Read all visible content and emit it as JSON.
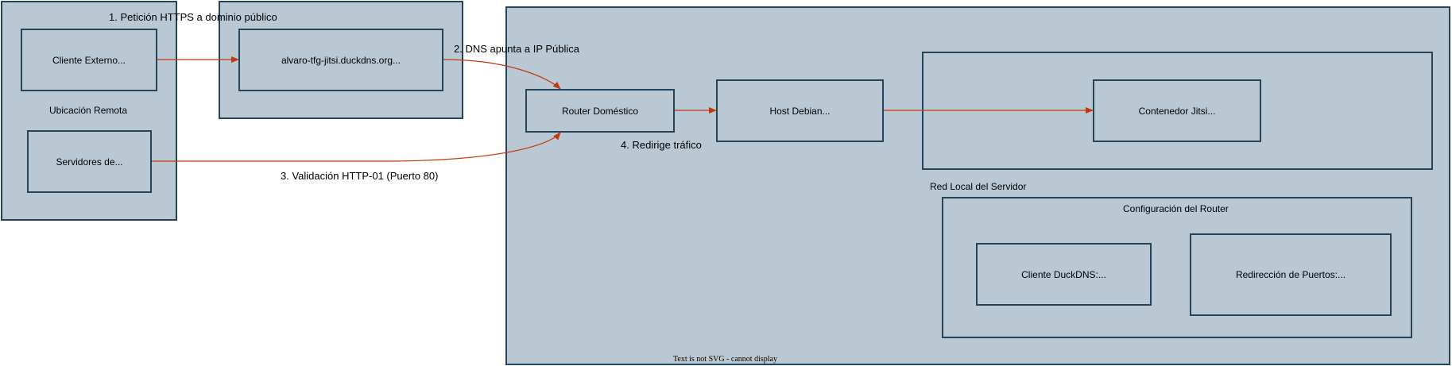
{
  "groups": {
    "remote_location": "Ubicación Remota",
    "local_network": "Red Local del Servidor",
    "router_config": "Configuración del Router"
  },
  "nodes": {
    "external_client": "Cliente Externo...",
    "domain": "alvaro-tfg-jitsi.duckdns.org...",
    "servers": "Servidores de...",
    "home_router": "Router Doméstico",
    "debian_host": "Host Debian...",
    "jitsi_container": "Contenedor Jitsi...",
    "duckdns_client": "Cliente DuckDNS:...",
    "port_forwarding": "Redirección de Puertos:..."
  },
  "edges": {
    "step1": "1. Petición HTTPS a dominio público",
    "step2": "2. DNS apunta a IP Pública",
    "step3": "3. Validación HTTP-01 (Puerto 80)",
    "step4": "4. Redirige tráfico"
  },
  "footer_note": "Text is not SVG - cannot display",
  "colors": {
    "fill": "#bac8d3",
    "stroke": "#23445d",
    "edge": "#c0390f"
  }
}
